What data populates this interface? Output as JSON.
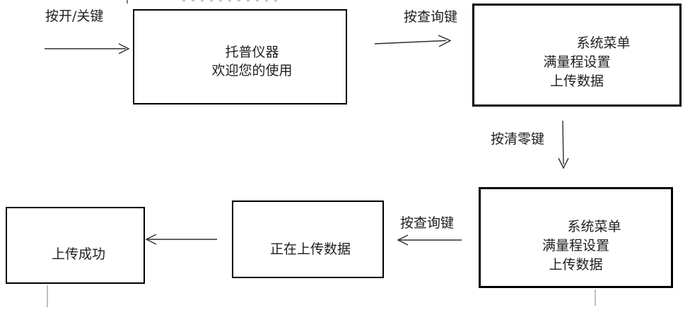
{
  "flowchart": {
    "nodes": [
      {
        "id": "welcome",
        "lines": [
          "托普仪器",
          "欢迎您的使用"
        ]
      },
      {
        "id": "system-menu-1",
        "lines": [
          "系统菜单",
          "满量程设置",
          "上传数据"
        ]
      },
      {
        "id": "system-menu-2",
        "lines": [
          "系统菜单",
          "满量程设置",
          "上传数据"
        ]
      },
      {
        "id": "uploading",
        "lines": [
          "正在上传数据"
        ]
      },
      {
        "id": "upload-success",
        "lines": [
          "上传成功"
        ]
      }
    ],
    "edge_labels": {
      "power_key": "按开/关键",
      "query_key_top": "按查询键",
      "clear_key": "按清零键",
      "query_key_bottom": "按查询键"
    }
  },
  "colors": {
    "background": "#ffffff",
    "box_border": "#000000",
    "text": "#1f1f1f",
    "arrow": "#2e2e2e",
    "faint_line": "#a8a8a8"
  }
}
